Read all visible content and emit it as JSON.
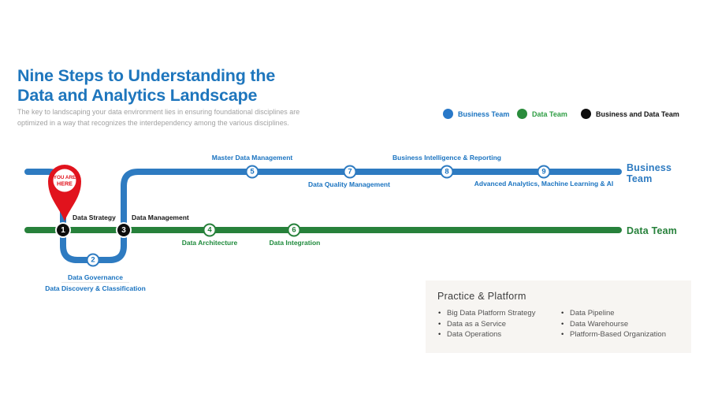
{
  "header": {
    "title_line1": "Nine Steps to Understanding the",
    "title_line2": "Data and Analytics Landscape",
    "subtitle_line1": "The key to landscaping your data environment lies in ensuring foundational disciplines are",
    "subtitle_line2": "optimized in a way that recognizes the interdependency among the various disciplines."
  },
  "legend": {
    "items": [
      {
        "label": "Business Team",
        "color": "#2878c8"
      },
      {
        "label": "Data Team",
        "color": "#2a8c3c"
      },
      {
        "label": "Business and Data Team",
        "color": "#0d0d0d"
      }
    ]
  },
  "map": {
    "pin": {
      "line1": "YOU ARE",
      "line2": "HERE"
    },
    "steps": [
      {
        "num": "1",
        "label": "Data Strategy",
        "team": "business-and-data"
      },
      {
        "num": "2",
        "label": "Data Governance",
        "sublabel": "Data Discovery & Classification",
        "team": "business"
      },
      {
        "num": "3",
        "label": "Data Management",
        "team": "business-and-data"
      },
      {
        "num": "4",
        "label": "Data Architecture",
        "team": "data"
      },
      {
        "num": "5",
        "label": "Master Data Management",
        "team": "business"
      },
      {
        "num": "6",
        "label": "Data Integration",
        "team": "data"
      },
      {
        "num": "7",
        "label": "Data Quality Management",
        "team": "business"
      },
      {
        "num": "8",
        "label": "Business Intelligence & Reporting",
        "team": "business"
      },
      {
        "num": "9",
        "label": "Advanced Analytics, Machine Learning & AI",
        "team": "business"
      }
    ],
    "business_team_line_label": "Business Team",
    "data_team_line_label": "Data Team"
  },
  "practice_panel": {
    "title": "Practice & Platform",
    "col1": [
      "Big Data Platform Strategy",
      "Data as a Service",
      "Data Operations"
    ],
    "col2": [
      "Data Pipeline",
      "Data Warehourse",
      "Platform-Based Organization"
    ]
  },
  "colors": {
    "title_blue": "#1e76bd",
    "line_blue": "#2e7bc1",
    "label_blue": "#1a73c0",
    "line_green": "#27813b",
    "label_green": "#1f8a3c",
    "black": "#0d0d0d",
    "pin_red": "#e1131d",
    "panel_bg": "#f7f5f2"
  }
}
